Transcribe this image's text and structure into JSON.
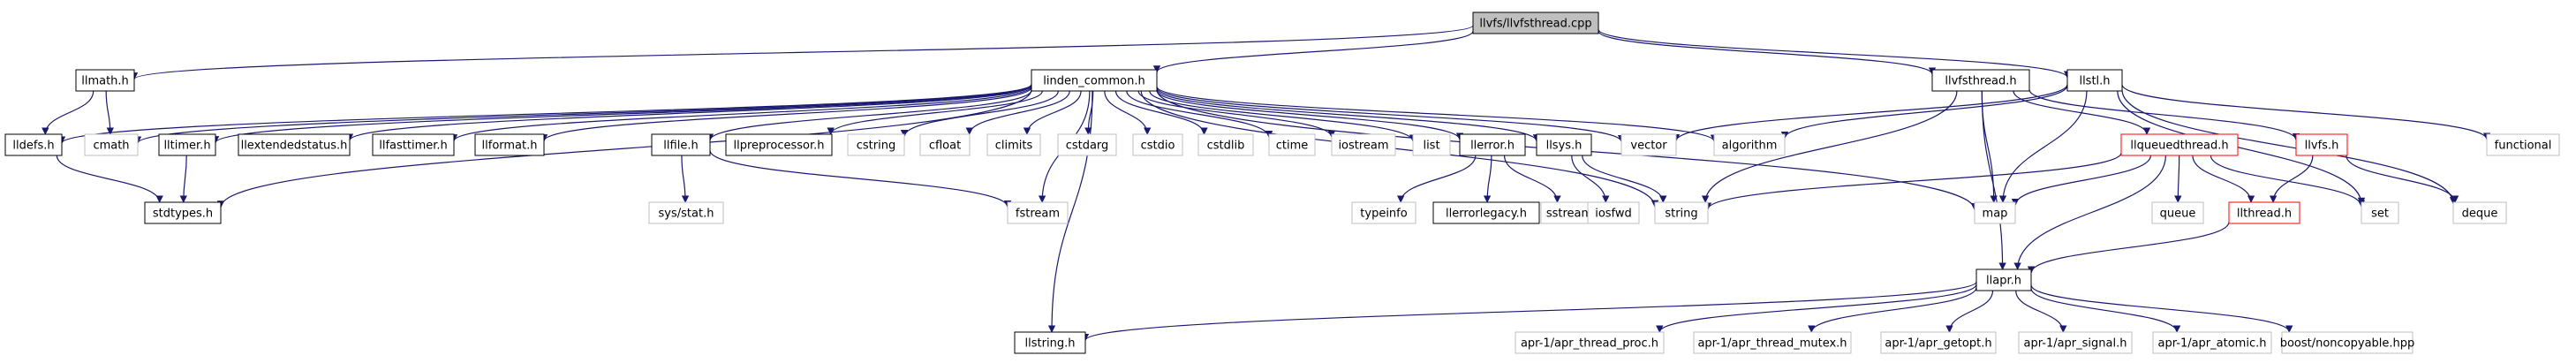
{
  "nodes": [
    {
      "id": "root",
      "label": "llvfs/llvfsthread.cpp",
      "style": "root"
    },
    {
      "id": "llmath",
      "label": "llmath.h",
      "style": "doc"
    },
    {
      "id": "linden_common",
      "label": "linden_common.h",
      "style": "doc"
    },
    {
      "id": "llvfsthread_h",
      "label": "llvfsthread.h",
      "style": "doc"
    },
    {
      "id": "llstl",
      "label": "llstl.h",
      "style": "doc"
    },
    {
      "id": "lldefs",
      "label": "lldefs.h",
      "style": "doc"
    },
    {
      "id": "cmath",
      "label": "cmath",
      "style": "ext"
    },
    {
      "id": "lltimer",
      "label": "lltimer.h",
      "style": "doc"
    },
    {
      "id": "llextendedstatus",
      "label": "llextendedstatus.h",
      "style": "doc"
    },
    {
      "id": "llfasttimer",
      "label": "llfasttimer.h",
      "style": "doc"
    },
    {
      "id": "llformat",
      "label": "llformat.h",
      "style": "doc"
    },
    {
      "id": "llfile",
      "label": "llfile.h",
      "style": "doc"
    },
    {
      "id": "llpreprocessor",
      "label": "llpreprocessor.h",
      "style": "doc"
    },
    {
      "id": "cstring",
      "label": "cstring",
      "style": "ext"
    },
    {
      "id": "cfloat",
      "label": "cfloat",
      "style": "ext"
    },
    {
      "id": "climits",
      "label": "climits",
      "style": "ext"
    },
    {
      "id": "cstdarg",
      "label": "cstdarg",
      "style": "ext"
    },
    {
      "id": "cstdio",
      "label": "cstdio",
      "style": "ext"
    },
    {
      "id": "cstdlib",
      "label": "cstdlib",
      "style": "ext"
    },
    {
      "id": "ctime",
      "label": "ctime",
      "style": "ext"
    },
    {
      "id": "iostream",
      "label": "iostream",
      "style": "ext"
    },
    {
      "id": "list",
      "label": "list",
      "style": "ext"
    },
    {
      "id": "llerror",
      "label": "llerror.h",
      "style": "doc"
    },
    {
      "id": "llsys",
      "label": "llsys.h",
      "style": "doc"
    },
    {
      "id": "vector",
      "label": "vector",
      "style": "ext"
    },
    {
      "id": "algorithm",
      "label": "algorithm",
      "style": "ext"
    },
    {
      "id": "llqueuedthread",
      "label": "llqueuedthread.h",
      "style": "red"
    },
    {
      "id": "llvfs",
      "label": "llvfs.h",
      "style": "red"
    },
    {
      "id": "functional",
      "label": "functional",
      "style": "ext"
    },
    {
      "id": "stdtypes",
      "label": "stdtypes.h",
      "style": "doc"
    },
    {
      "id": "sysstat",
      "label": "sys/stat.h",
      "style": "ext"
    },
    {
      "id": "fstream",
      "label": "fstream",
      "style": "ext"
    },
    {
      "id": "typeinfo",
      "label": "typeinfo",
      "style": "ext"
    },
    {
      "id": "llerrorlegacy",
      "label": "llerrorlegacy.h",
      "style": "doc"
    },
    {
      "id": "sstream",
      "label": "sstream",
      "style": "ext"
    },
    {
      "id": "iosfwd",
      "label": "iosfwd",
      "style": "ext"
    },
    {
      "id": "string",
      "label": "string",
      "style": "ext"
    },
    {
      "id": "map",
      "label": "map",
      "style": "ext"
    },
    {
      "id": "queue",
      "label": "queue",
      "style": "ext"
    },
    {
      "id": "llthread",
      "label": "llthread.h",
      "style": "red"
    },
    {
      "id": "set",
      "label": "set",
      "style": "ext"
    },
    {
      "id": "deque",
      "label": "deque",
      "style": "ext"
    },
    {
      "id": "llapr",
      "label": "llapr.h",
      "style": "doc"
    },
    {
      "id": "llstring",
      "label": "llstring.h",
      "style": "doc"
    },
    {
      "id": "apr_thread_proc",
      "label": "apr-1/apr_thread_proc.h",
      "style": "ext"
    },
    {
      "id": "apr_thread_mutex",
      "label": "apr-1/apr_thread_mutex.h",
      "style": "ext"
    },
    {
      "id": "apr_getopt",
      "label": "apr-1/apr_getopt.h",
      "style": "ext"
    },
    {
      "id": "apr_signal",
      "label": "apr-1/apr_signal.h",
      "style": "ext"
    },
    {
      "id": "apr_atomic",
      "label": "apr-1/apr_atomic.h",
      "style": "ext"
    },
    {
      "id": "noncopyable",
      "label": "boost/noncopyable.hpp",
      "style": "ext"
    }
  ],
  "edges": [
    [
      "root",
      "llmath"
    ],
    [
      "root",
      "linden_common"
    ],
    [
      "root",
      "llvfsthread_h"
    ],
    [
      "root",
      "llstl"
    ],
    [
      "llmath",
      "lldefs"
    ],
    [
      "llmath",
      "cmath"
    ],
    [
      "linden_common",
      "lldefs"
    ],
    [
      "linden_common",
      "cmath"
    ],
    [
      "linden_common",
      "lltimer"
    ],
    [
      "linden_common",
      "llextendedstatus"
    ],
    [
      "linden_common",
      "llfasttimer"
    ],
    [
      "linden_common",
      "llformat"
    ],
    [
      "linden_common",
      "stdtypes"
    ],
    [
      "linden_common",
      "llfile"
    ],
    [
      "linden_common",
      "llpreprocessor"
    ],
    [
      "linden_common",
      "cstring"
    ],
    [
      "linden_common",
      "cfloat"
    ],
    [
      "linden_common",
      "climits"
    ],
    [
      "linden_common",
      "cstdarg"
    ],
    [
      "linden_common",
      "cstdio"
    ],
    [
      "linden_common",
      "cstdlib"
    ],
    [
      "linden_common",
      "ctime"
    ],
    [
      "linden_common",
      "iostream"
    ],
    [
      "linden_common",
      "fstream"
    ],
    [
      "linden_common",
      "list"
    ],
    [
      "linden_common",
      "llerror"
    ],
    [
      "linden_common",
      "llsys"
    ],
    [
      "linden_common",
      "string"
    ],
    [
      "linden_common",
      "map"
    ],
    [
      "linden_common",
      "vector"
    ],
    [
      "linden_common",
      "algorithm"
    ],
    [
      "linden_common",
      "llstring"
    ],
    [
      "lldefs",
      "stdtypes"
    ],
    [
      "lltimer",
      "stdtypes"
    ],
    [
      "llfile",
      "sysstat"
    ],
    [
      "llfile",
      "fstream"
    ],
    [
      "llerror",
      "typeinfo"
    ],
    [
      "llerror",
      "llerrorlegacy"
    ],
    [
      "llerror",
      "sstream"
    ],
    [
      "llsys",
      "iosfwd"
    ],
    [
      "llsys",
      "string"
    ],
    [
      "llvfsthread_h",
      "string"
    ],
    [
      "llvfsthread_h",
      "map"
    ],
    [
      "llvfsthread_h",
      "llapr"
    ],
    [
      "llvfsthread_h",
      "llqueuedthread"
    ],
    [
      "llvfsthread_h",
      "llvfs"
    ],
    [
      "llstl",
      "functional"
    ],
    [
      "llstl",
      "algorithm"
    ],
    [
      "llstl",
      "map"
    ],
    [
      "llstl",
      "vector"
    ],
    [
      "llstl",
      "set"
    ],
    [
      "llstl",
      "deque"
    ],
    [
      "llqueuedthread",
      "string"
    ],
    [
      "llqueuedthread",
      "map"
    ],
    [
      "llqueuedthread",
      "queue"
    ],
    [
      "llqueuedthread",
      "set"
    ],
    [
      "llqueuedthread",
      "llapr"
    ],
    [
      "llqueuedthread",
      "llthread"
    ],
    [
      "llvfs",
      "deque"
    ],
    [
      "llvfs",
      "llthread"
    ],
    [
      "llthread",
      "llapr"
    ],
    [
      "llapr",
      "llstring"
    ],
    [
      "llapr",
      "apr_thread_proc"
    ],
    [
      "llapr",
      "apr_thread_mutex"
    ],
    [
      "llapr",
      "apr_getopt"
    ],
    [
      "llapr",
      "apr_signal"
    ],
    [
      "llapr",
      "apr_atomic"
    ],
    [
      "llapr",
      "noncopyable"
    ]
  ],
  "colors": {
    "edge": "#191970",
    "root_fill": "#bfbfbf",
    "doc_border": "#000000",
    "ext_border": "#bfbfbf",
    "red_border": "#ff0000",
    "text": "#000000"
  }
}
